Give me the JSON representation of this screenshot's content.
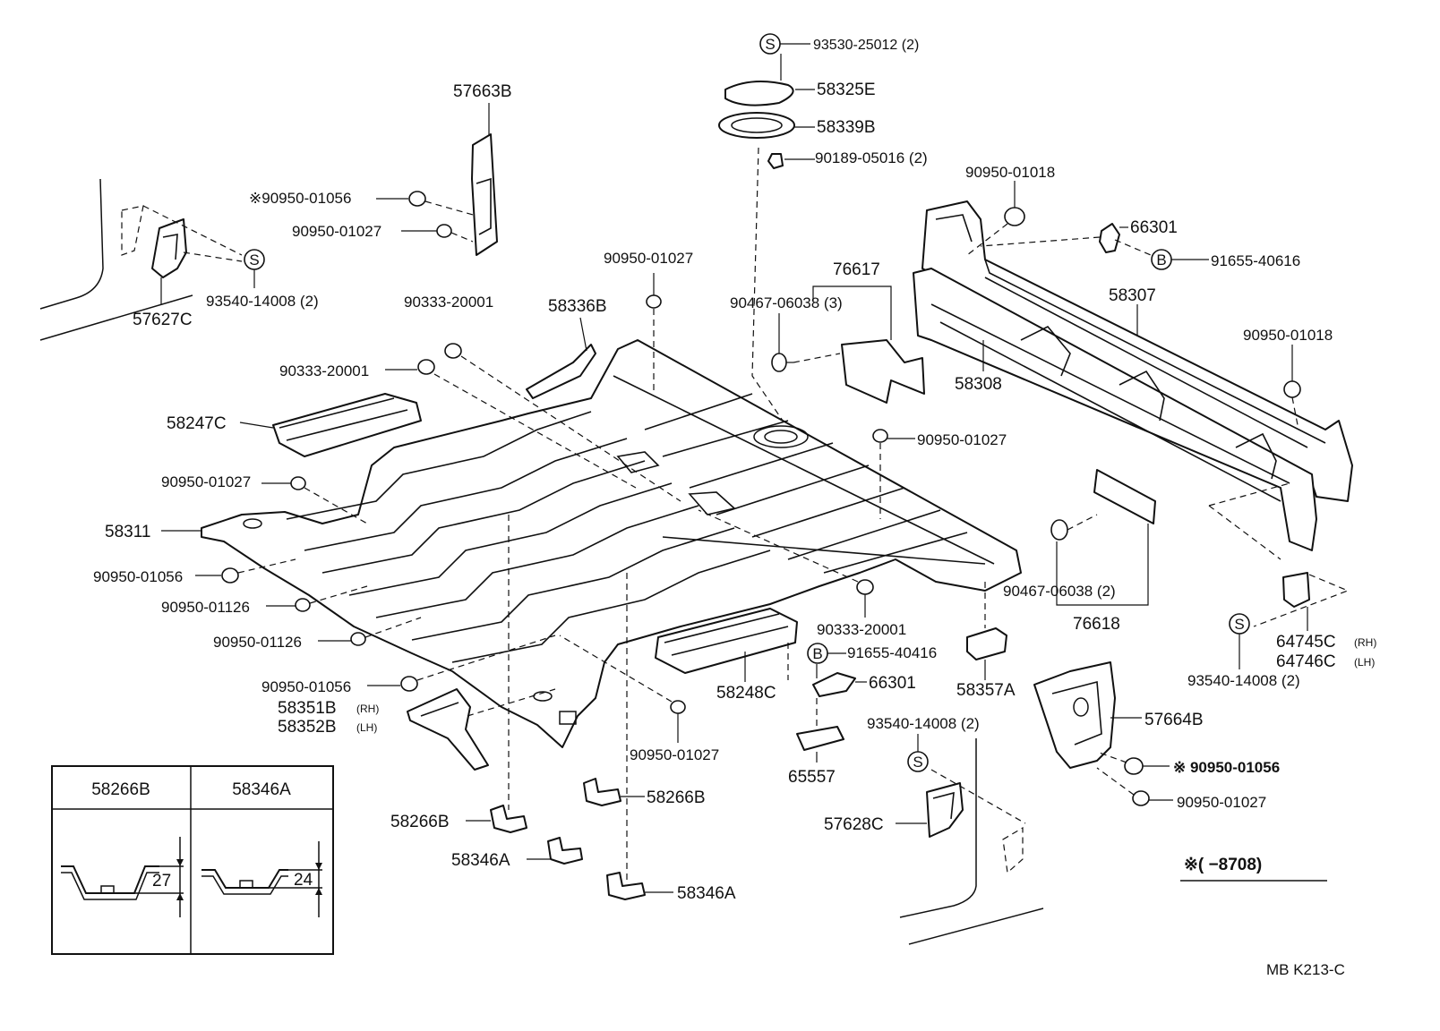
{
  "labels": {
    "l_93530": "93530-25012 (2)",
    "l_58325E": "58325E",
    "l_58339B": "58339B",
    "l_90189": "90189-05016 (2)",
    "l_57663B": "57663B",
    "l_90950_01056_a": "※90950-01056",
    "l_90950_01027_a": "90950-01027",
    "l_93540_a": "93540-14008 (2)",
    "l_57627C": "57627C",
    "l_90950_01027_b": "90950-01027",
    "l_90333_a": "90333-20001",
    "l_58336B": "58336B",
    "l_90333_b": "90333-20001",
    "l_76617": "76617",
    "l_90467_a": "90467-06038 (3)",
    "l_90950_01018_a": "90950-01018",
    "l_66301_a": "66301",
    "l_91655_40616": "91655-40616",
    "l_58307": "58307",
    "l_58308": "58308",
    "l_90950_01018_b": "90950-01018",
    "l_58247C": "58247C",
    "l_90950_01027_c": "90950-01027",
    "l_90950_01027_d": "90950-01027",
    "l_58311": "58311",
    "l_90950_01056_b": "90950-01056",
    "l_90950_01126_a": "90950-01126",
    "l_90950_01126_b": "90950-01126",
    "l_90467_b": "90467-06038 (2)",
    "l_76618": "76618",
    "l_90333_c": "90333-20001",
    "l_91655_40416": "91655-40416",
    "l_66301_b": "66301",
    "l_58357A": "58357A",
    "l_64745C": "64745C",
    "l_64746C": "64746C",
    "l_93540_b": "93540-14008 (2)",
    "l_90950_01056_c": "90950-01056",
    "l_58351B": "58351B",
    "l_58352B": "58352B",
    "l_58248C": "58248C",
    "l_90950_01027_e": "90950-01027",
    "l_93540_c": "93540-14008 (2)",
    "l_57664B": "57664B",
    "l_65557": "65557",
    "l_90950_01056_d": "※ 90950-01056",
    "l_90950_01027_f": "90950-01027",
    "l_58266B_a": "58266B",
    "l_58266B_b": "58266B",
    "l_58346A_a": "58346A",
    "l_58346A_b": "58346A",
    "l_57628C": "57628C",
    "l_date_note": "※(      −8708)",
    "l_code": "MB  K213-C"
  },
  "sub": {
    "rh": "(RH)",
    "lh": "(LH)"
  },
  "markers": {
    "s": "S",
    "b": "B"
  },
  "inset": {
    "header_left": "58266B",
    "header_right": "58346A",
    "dim_left": "27",
    "dim_right": "24"
  }
}
